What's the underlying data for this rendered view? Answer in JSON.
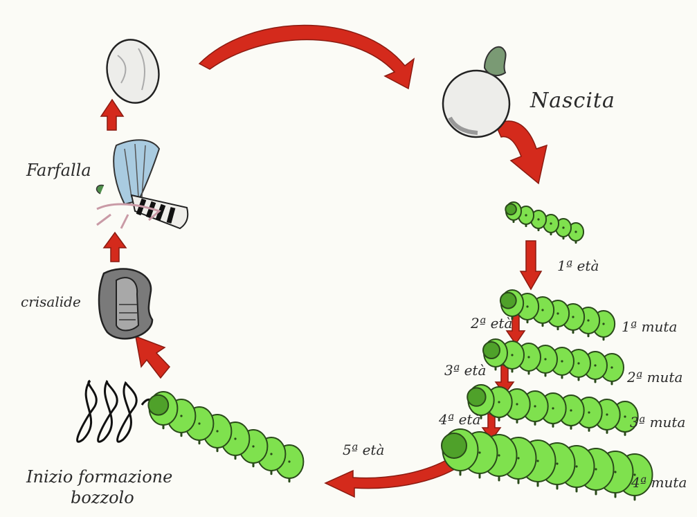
{
  "labels": {
    "nascita": "Nascita",
    "farfalla": "Farfalla",
    "crisalide": "crisalide",
    "bozzolo_line1": "Inizio formazione",
    "bozzolo_line2": "bozzolo",
    "eta1": "1ª età",
    "eta2": "2ª età",
    "eta3": "3ª età",
    "eta4": "4ª età",
    "eta5": "5ª età",
    "muta1": "1ª muta",
    "muta2": "2ª muta",
    "muta3": "3ª muta",
    "muta4": "4ª muta"
  },
  "colors": {
    "arrow": "#d42a1c",
    "caterpillar": "#6fd33f",
    "egg": "#ededea",
    "wing": "#a9cbe0",
    "cocoon": "#8d8d8d"
  }
}
